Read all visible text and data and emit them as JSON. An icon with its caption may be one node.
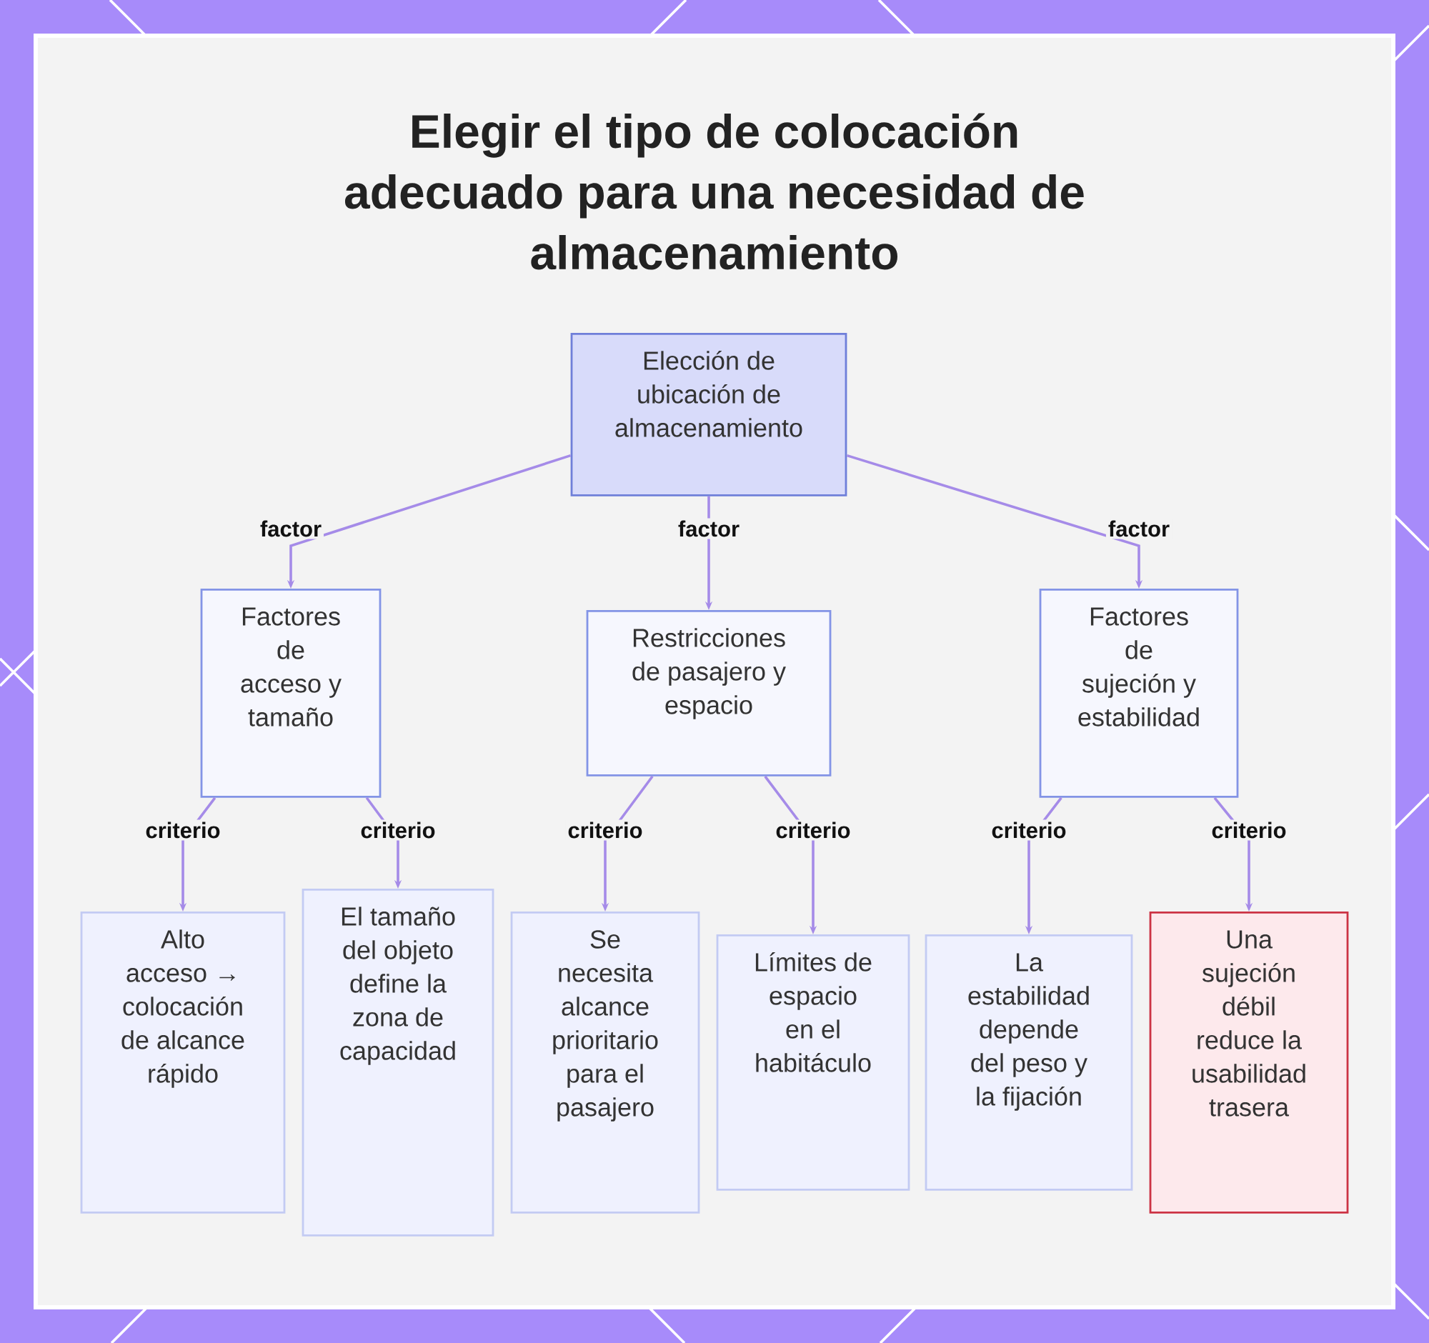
{
  "diagram": {
    "title": "Elegir el tipo de colocación adecuado para una necesidad de almacenamiento",
    "nodes": [
      {
        "text": [
          "Elección de ubicación de almacenamiento"
        ]
      },
      {
        "text": [
          "Factores de acceso y tamaño"
        ]
      },
      {
        "text": [
          "Restricciones de pasajero y espacio"
        ]
      },
      {
        "text": [
          "Factores de sujeción y estabilidad"
        ]
      },
      {
        "text": [
          "Alto acceso → colocación de alcance rápido"
        ]
      },
      {
        "text": [
          "El tamaño del objeto define la zona de capacidad"
        ]
      },
      {
        "text": [
          "Se necesita alcance prioritario para el pasajero"
        ]
      },
      {
        "text": [
          "Límites de espacio en el habitáculo"
        ]
      },
      {
        "text": [
          "La estabilidad depende del peso y la fijación"
        ]
      },
      {
        "text": [
          "Una sujeción débil reduce la usabilidad trasera"
        ]
      }
    ],
    "edges": [
      {
        "from": 0,
        "to": 1,
        "arrow": "to",
        "label": "factor"
      },
      {
        "from": 0,
        "to": 2,
        "arrow": "to",
        "label": "factor"
      },
      {
        "from": 0,
        "to": 3,
        "arrow": "to",
        "label": "factor"
      },
      {
        "from": 1,
        "to": 4,
        "arrow": "to",
        "label": "criterio"
      },
      {
        "from": 1,
        "to": 5,
        "arrow": "to",
        "label": "criterio"
      },
      {
        "from": 2,
        "to": 6,
        "arrow": "to",
        "label": "criterio"
      },
      {
        "from": 2,
        "to": 7,
        "arrow": "to",
        "label": "criterio"
      },
      {
        "from": 3,
        "to": 8,
        "arrow": "to",
        "label": "criterio"
      },
      {
        "from": 3,
        "to": 9,
        "arrow": "to",
        "label": "criterio"
      }
    ]
  }
}
